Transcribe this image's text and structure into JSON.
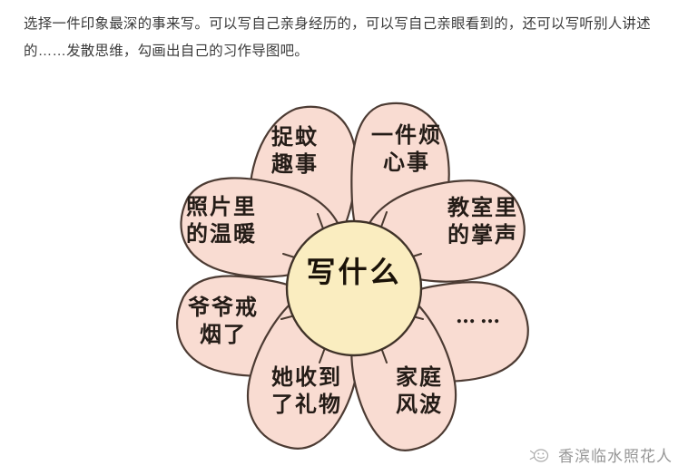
{
  "page": {
    "background_color": "#ffffff",
    "prompt_text": "选择一件印象最深的事来写。可以写自己亲身经历的，可以写自己亲眼看到的，还可以写听别人讲述的……发散思维，勾画出自己的习作导图吧。"
  },
  "mindmap": {
    "center_label": "写什么",
    "colors": {
      "petal_fill": "#f9dcd2",
      "petal_stroke": "#4c3b33",
      "center_fill": "#faedc0",
      "center_stroke": "#3f3228",
      "ray_stroke": "#4a3a30",
      "text_color": "#241c17"
    },
    "petals": [
      {
        "id": "top-left",
        "label": "捉蚊\n趣事",
        "position": "top-left"
      },
      {
        "id": "top-right",
        "label": "一件烦\n心事",
        "position": "top-right"
      },
      {
        "id": "left-upper",
        "label": "照片里\n的温暖",
        "position": "left-upper"
      },
      {
        "id": "right-upper",
        "label": "教室里\n的掌声",
        "position": "right-upper"
      },
      {
        "id": "left-lower",
        "label": "爷爷戒\n烟了",
        "position": "left-lower"
      },
      {
        "id": "right-lower",
        "label": "……",
        "position": "right-lower"
      },
      {
        "id": "bottom-left",
        "label": "她收到\n了礼物",
        "position": "bottom-left"
      },
      {
        "id": "bottom-right",
        "label": "家庭\n风波",
        "position": "bottom-right"
      }
    ]
  },
  "watermark": {
    "text": "香滨临水照花人",
    "icon": "smiley-face-icon",
    "color": "#6f6f6f"
  }
}
